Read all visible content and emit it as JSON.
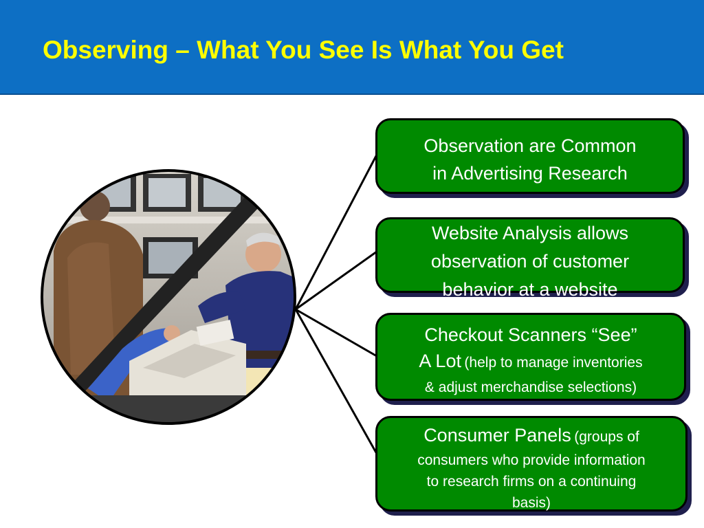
{
  "slide": {
    "title": "Observing – What You See Is What You Get"
  },
  "boxes": [
    {
      "lines": [
        "Observation are Common",
        "in Advertising Research"
      ]
    },
    {
      "lines": [
        "Website Analysis  allows",
        "observation of customer",
        "behavior at a website"
      ]
    },
    {
      "line1": "Checkout Scanners “See”",
      "line2_main": "A Lot",
      "line2_note": "(help to manage inventories",
      "line3": "& adjust merchandise selections)"
    },
    {
      "line1_main": "Consumer Panels",
      "line1_note": "(groups of",
      "lines": [
        "consumers who provide information",
        "to research firms on a continuing",
        "basis)"
      ]
    }
  ],
  "colors": {
    "header_bg": "#0d6fc4",
    "title_text": "#ffff00",
    "box_fill": "#008a00",
    "box_shadow": "#1f1f4d"
  }
}
